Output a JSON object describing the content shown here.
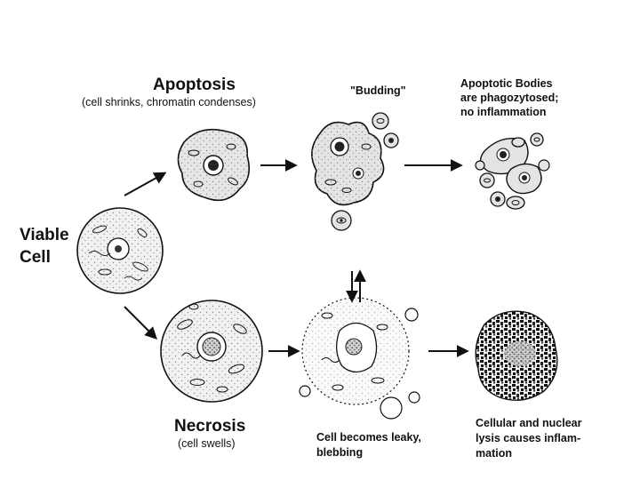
{
  "labels": {
    "viable_line1": "Viable",
    "viable_line2": "Cell",
    "apoptosis_title": "Apoptosis",
    "apoptosis_sub": "(cell shrinks, chromatin condenses)",
    "budding": "\"Budding\"",
    "bodies_line1": "Apoptotic Bodies",
    "bodies_line2": "are phagozytosed;",
    "bodies_line3": "no inflammation",
    "necrosis_title": "Necrosis",
    "necrosis_sub": "(cell swells)",
    "leaky_line1": "Cell becomes leaky,",
    "leaky_line2": "blebbing",
    "lysis_line1": "Cellular and nuclear",
    "lysis_line2": "lysis causes inflam-",
    "lysis_line3": "mation"
  },
  "colors": {
    "ink": "#111111",
    "stipple": "#9a9a9a",
    "fill": "#e9e9e9",
    "background": "#ffffff"
  }
}
